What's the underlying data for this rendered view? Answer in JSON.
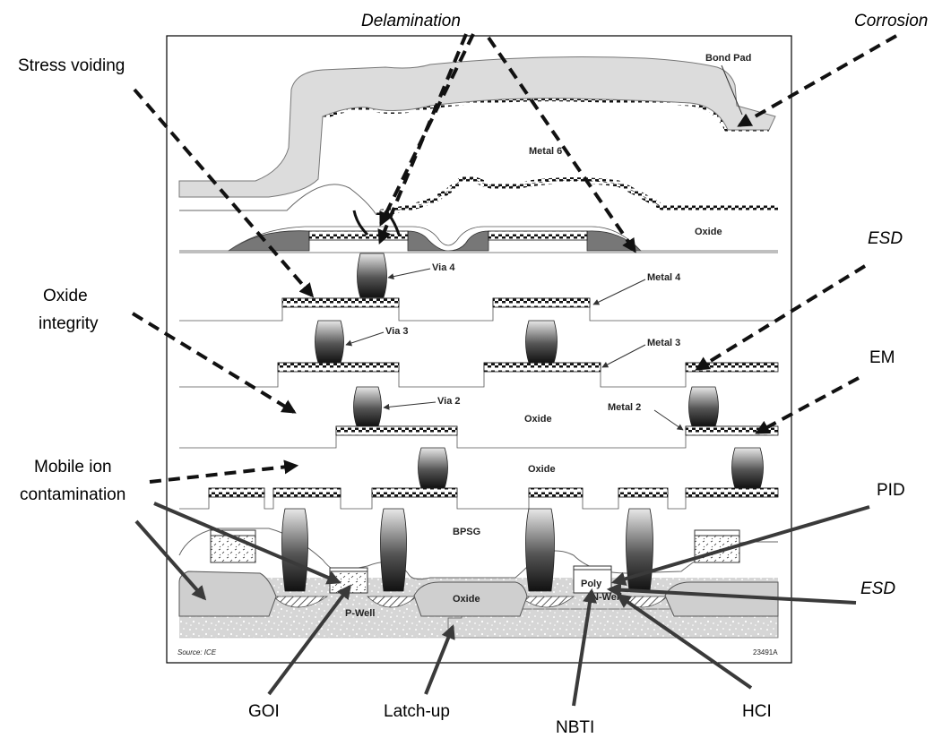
{
  "failure_labels": {
    "delamination": "Delamination",
    "corrosion": "Corrosion",
    "stress_voiding": "Stress voiding",
    "oxide_integrity_line1": "Oxide",
    "oxide_integrity_line2": "integrity",
    "esd_top": "ESD",
    "em": "EM",
    "mobile_ion_line1": "Mobile ion",
    "mobile_ion_line2": "contamination",
    "pid": "PID",
    "esd_bottom": "ESD",
    "goi": "GOI",
    "latch_up": "Latch-up",
    "nbti": "NBTI",
    "hci": "HCI"
  },
  "structure_labels": {
    "bond_pad": "Bond Pad",
    "metal6": "Metal 6",
    "oxide_top": "Oxide",
    "via4": "Via 4",
    "metal4": "Metal 4",
    "via3": "Via 3",
    "metal3": "Metal 3",
    "via2": "Via 2",
    "oxide_mid": "Oxide",
    "metal2": "Metal 2",
    "oxide_low": "Oxide",
    "bpsg": "BPSG",
    "poly": "Poly",
    "oxide_fox": "Oxide",
    "p_well": "P-Well",
    "n_well": "N-Well"
  },
  "footer": {
    "source": "Source: ICE",
    "figure_id": "23491A"
  },
  "colors": {
    "dashed_arrow": "#111111",
    "solid_arrow": "#3a3a3a",
    "bond_pad_fill": "#dcdcdc",
    "well_fill": "#d9d9d9",
    "field_oxide_fill": "#cfcfcf",
    "passivation_fill": "#777777"
  }
}
